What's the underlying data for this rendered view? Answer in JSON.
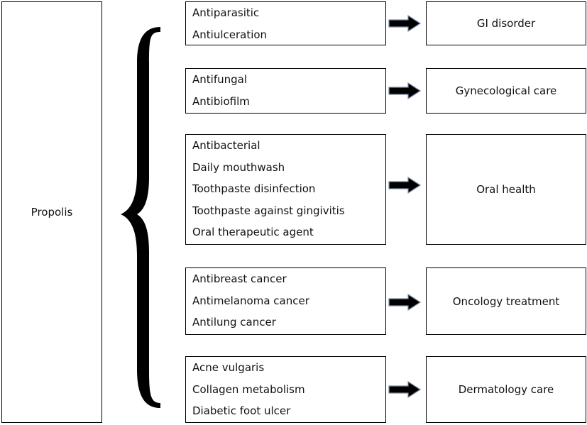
{
  "root": {
    "label": "Propolis"
  },
  "groups": [
    {
      "items": [
        "Antiparasitic",
        "Antiulceration"
      ],
      "outcome": "GI disorder"
    },
    {
      "items": [
        "Antifungal",
        "Antibiofilm"
      ],
      "outcome": "Gynecological care"
    },
    {
      "items": [
        "Antibacterial",
        "Daily mouthwash",
        "Toothpaste disinfection",
        "Toothpaste against gingivitis",
        "Oral therapeutic agent"
      ],
      "outcome": "Oral health"
    },
    {
      "items": [
        "Antibreast cancer",
        "Antimelanoma cancer",
        "Antilung cancer"
      ],
      "outcome": "Oncology treatment"
    },
    {
      "items": [
        "Acne vulgaris",
        "Collagen metabolism",
        "Diabetic foot ulcer"
      ],
      "outcome": "Dermatology care"
    }
  ]
}
